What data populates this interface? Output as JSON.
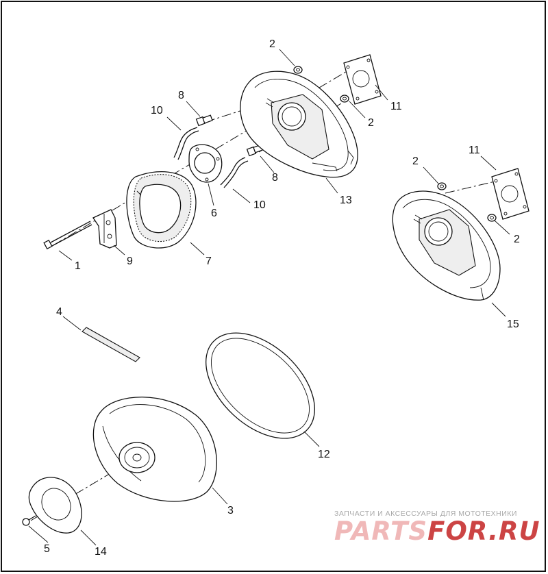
{
  "labels": [
    "1",
    "2",
    "2",
    "2",
    "2",
    "3",
    "4",
    "5",
    "6",
    "7",
    "8",
    "8",
    "9",
    "10",
    "10",
    "11",
    "11",
    "12",
    "13",
    "14",
    "15"
  ],
  "callouts": {
    "c1": "1",
    "c2a": "2",
    "c2b": "2",
    "c2c": "2",
    "c2d": "2",
    "c3": "3",
    "c4": "4",
    "c5": "5",
    "c6": "6",
    "c7": "7",
    "c8a": "8",
    "c8b": "8",
    "c9": "9",
    "c10a": "10",
    "c10b": "10",
    "c11a": "11",
    "c11b": "11",
    "c12": "12",
    "c13": "13",
    "c14": "14",
    "c15": "15"
  },
  "watermark": {
    "tagline": "ЗАПЧАСТИ И АКСЕССУАРЫ ДЛЯ МОТОТЕХНИКИ",
    "logo_part1": "PARTS",
    "logo_part2": "FOR.RU"
  }
}
